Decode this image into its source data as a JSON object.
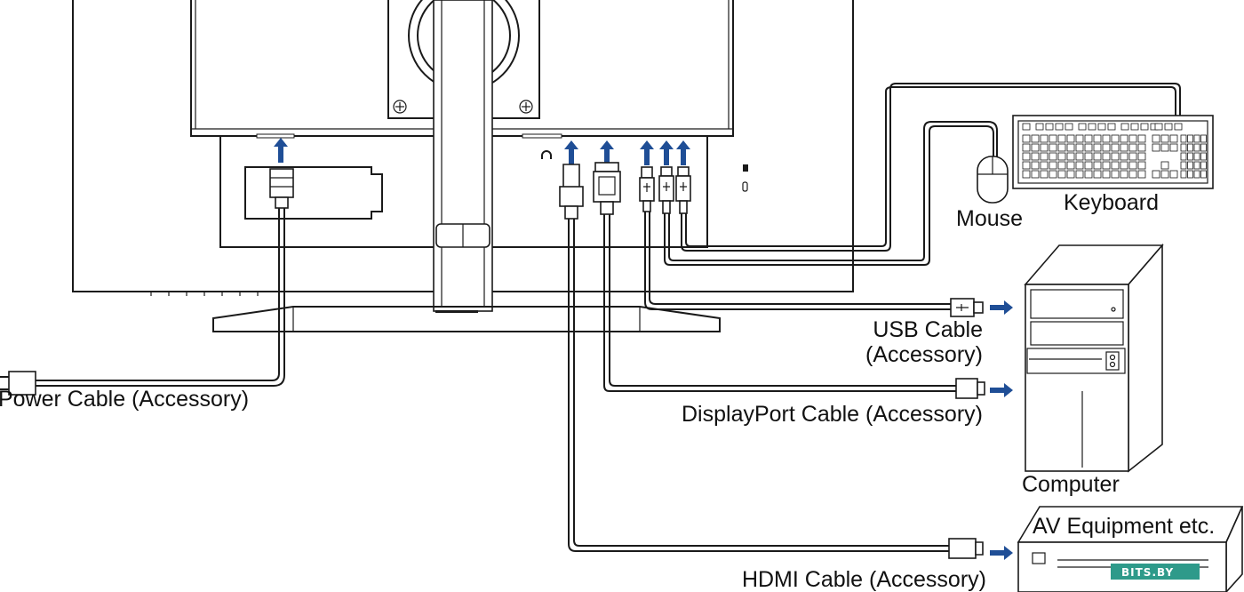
{
  "labels": {
    "power": "Power Cable (Accessory)",
    "usb_line1": "USB Cable",
    "usb_line2": "(Accessory)",
    "displayport": "DisplayPort Cable (Accessory)",
    "hdmi": "HDMI Cable (Accessory)",
    "mouse": "Mouse",
    "keyboard": "Keyboard",
    "computer": "Computer",
    "av": "AV Equipment etc."
  },
  "watermark": "BITS.BY",
  "colors": {
    "arrow": "#1f4e96",
    "line": "#1a1a1a",
    "watermark_bg": "#2e9a8a"
  }
}
